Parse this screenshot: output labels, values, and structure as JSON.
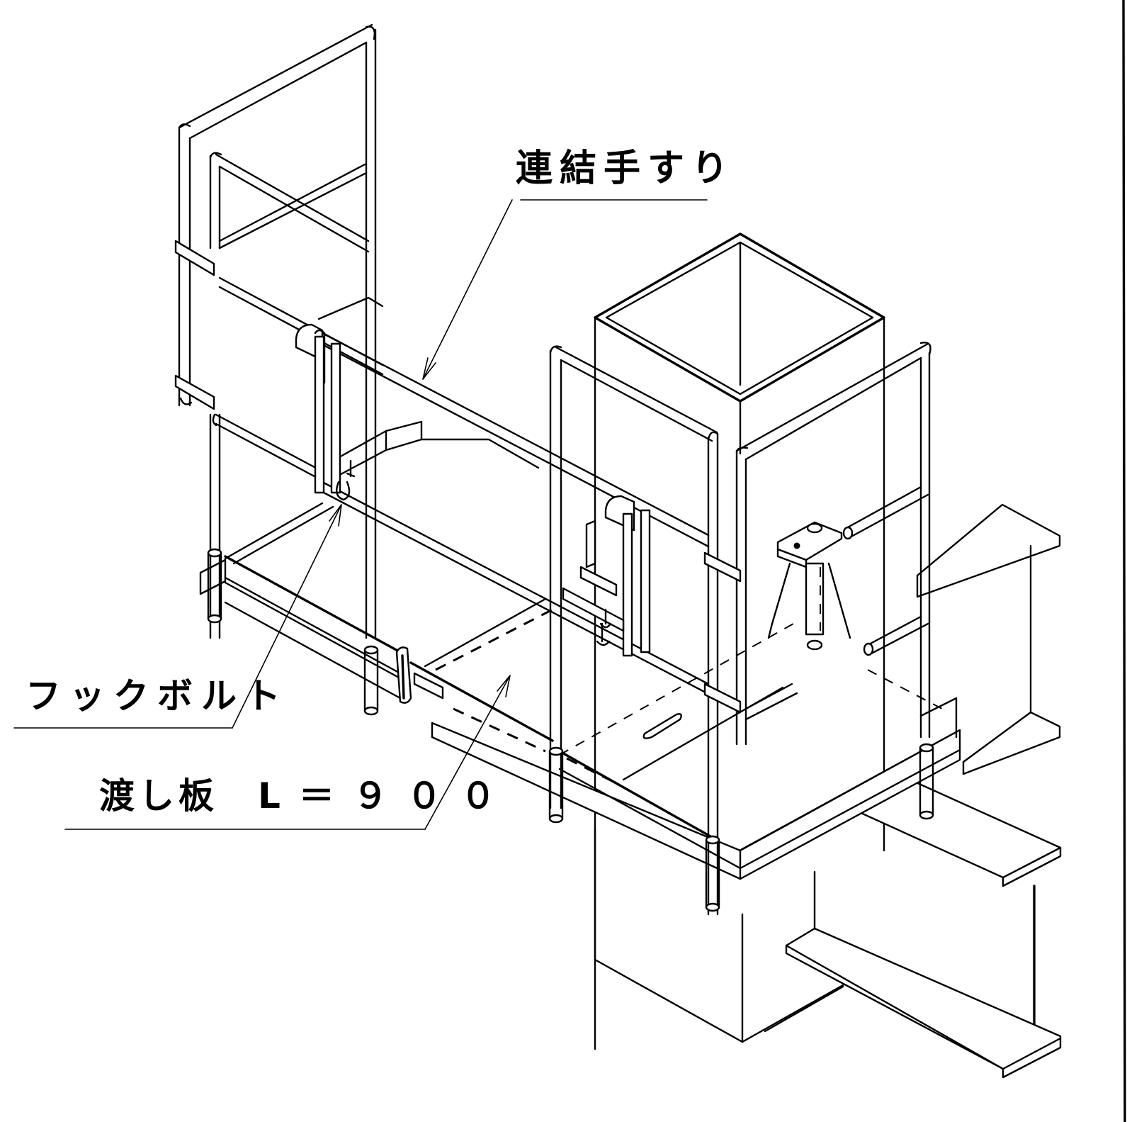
{
  "drawing": {
    "type": "isometric technical line drawing",
    "subject": "temporary scaffold platform with connecting handrails mounted on a pier/column head, with steel I-beam girders",
    "line_color": "#000000",
    "background_color": "#ffffff"
  },
  "labels": {
    "connecting_handrail": "連結手すり",
    "hook_bolt": "フックボルト",
    "bridge_plate_name": "渡し板",
    "bridge_plate_dimension": "L＝９００"
  },
  "callouts": [
    {
      "id": "connecting_handrail",
      "text": "連結手すり",
      "points_to": "upper connecting handrail pipe"
    },
    {
      "id": "hook_bolt",
      "text": "フックボルト",
      "points_to": "hook bolt clamp on left platform"
    },
    {
      "id": "bridge_plate",
      "text": "渡し板 L＝９００",
      "points_to": "bridge plate between platforms"
    }
  ],
  "components": [
    "left-handrail-frame",
    "right-handrail-frame",
    "connecting-handrail",
    "hook-bolt-clamps",
    "bridge-plate",
    "pier-column",
    "platform-deck",
    "jack-support",
    "steel-i-beam-upper",
    "steel-i-beam-lower"
  ]
}
